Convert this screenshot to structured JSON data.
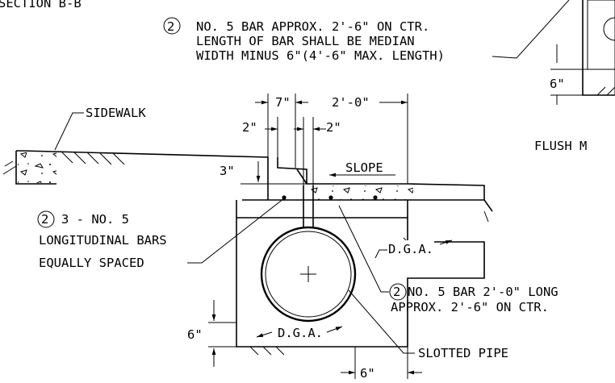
{
  "labels": {
    "section": "SECTION B-B",
    "flush": "FLUSH M",
    "note_top_num": "2",
    "note_top_1": "NO. 5 BAR APPROX. 2'-6\" ON CTR.",
    "note_top_2": "LENGTH OF BAR SHALL BE MEDIAN",
    "note_top_3": "WIDTH MINUS 6\"(4'-6\" MAX. LENGTH)",
    "sidewalk": "SIDEWALK",
    "slope": "SLOPE",
    "long_num": "2",
    "long_1": "3 - NO. 5",
    "long_2": "LONGITUDINAL BARS",
    "long_3": "EQUALLY SPACED",
    "dga_right": "D.G.A.",
    "dga_bottom": "D.G.A.",
    "bar_num": "2",
    "bar_1": "NO. 5 BAR 2'-0\" LONG",
    "bar_2": "APPROX. 2'-6\" ON CTR.",
    "slotted_pipe": "SLOTTED PIPE"
  },
  "dimensions": {
    "d_7in": "7\"",
    "d_2ft": "2'-0\"",
    "d_2in_left": "2\"",
    "d_2in_right": "2\"",
    "d_3in": "3\"",
    "d_6in_top_right": "6\"",
    "d_6in_left": "6\"",
    "d_6in_bottom": "6\""
  }
}
